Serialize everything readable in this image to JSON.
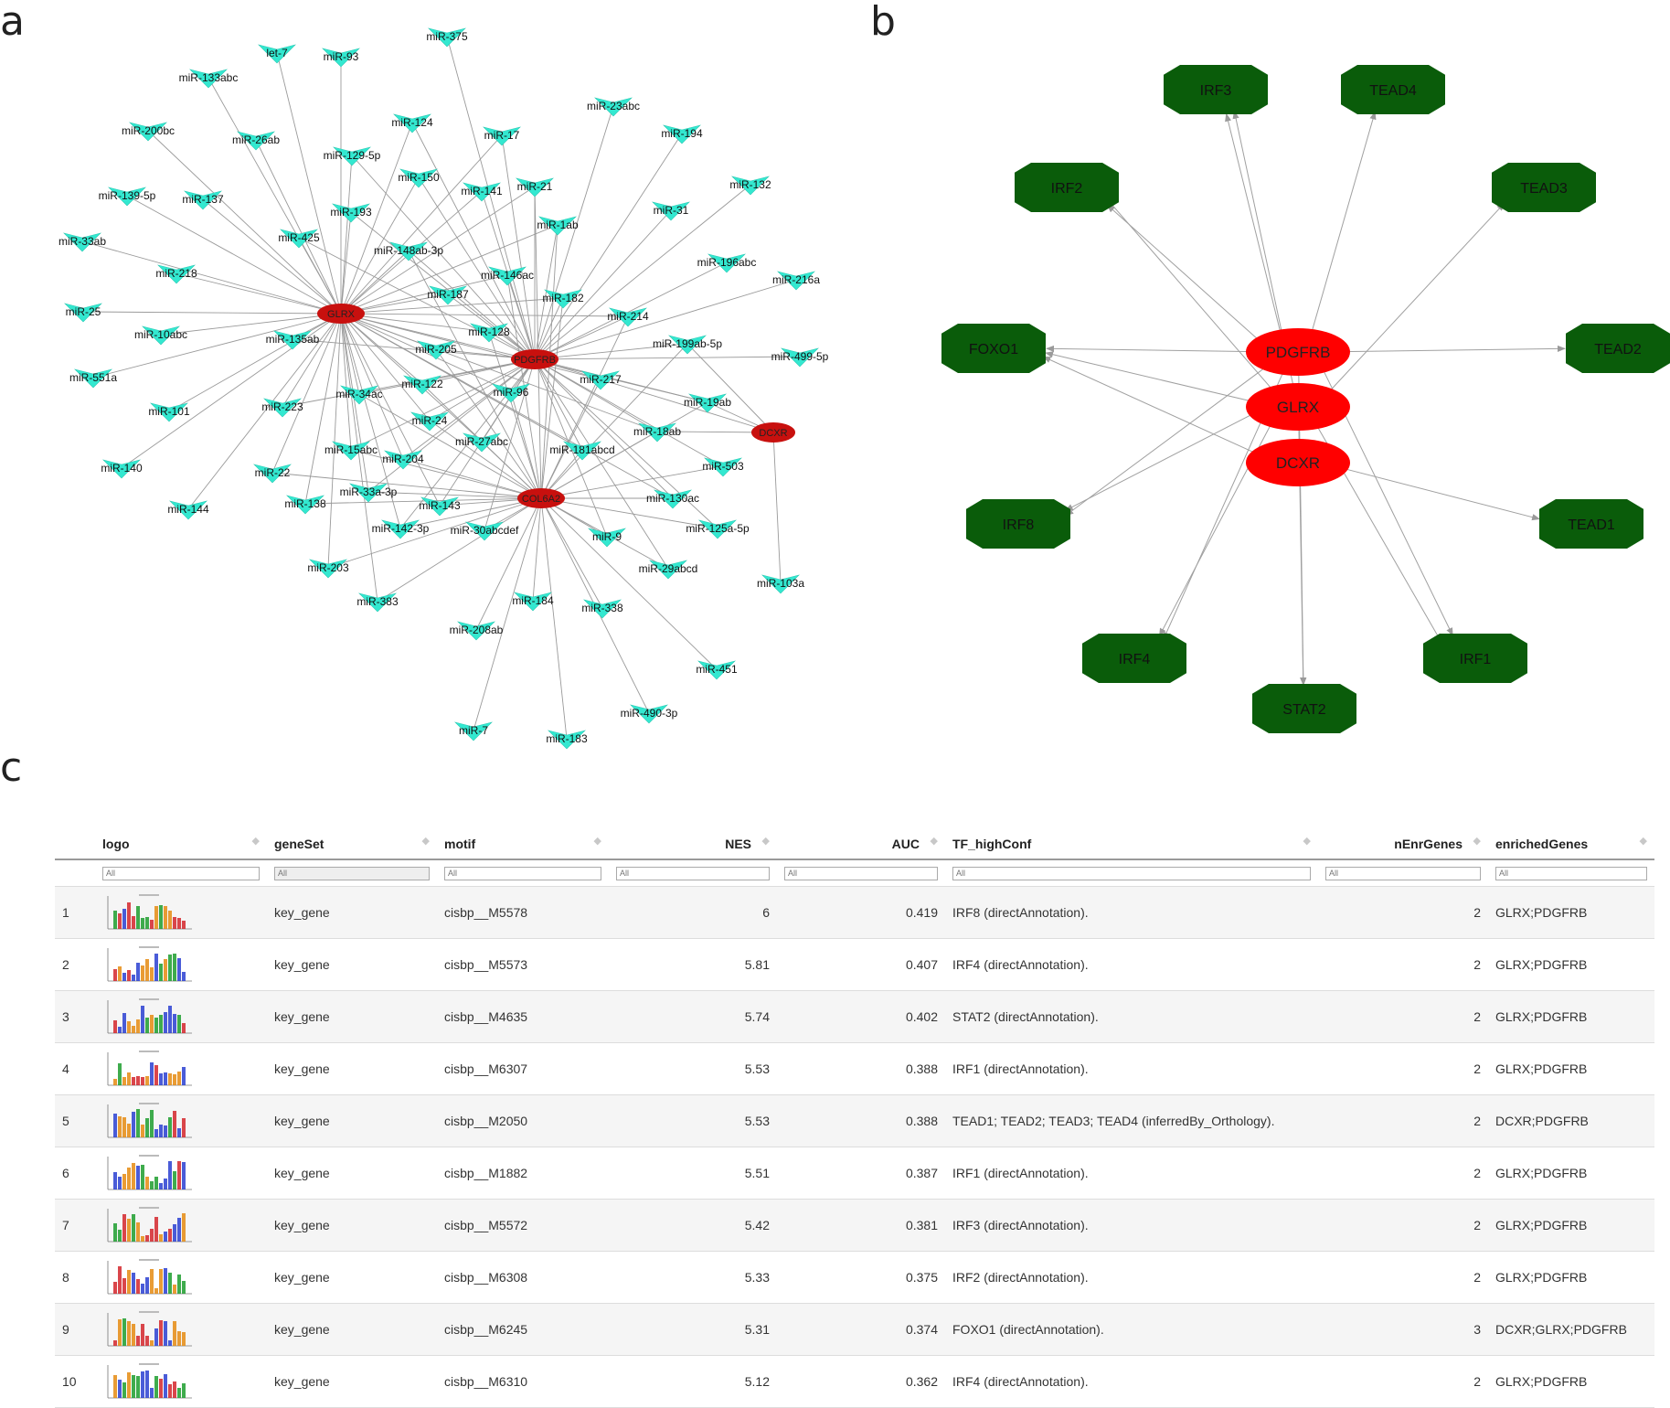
{
  "panels": {
    "a": "a",
    "b": "b",
    "c": "c"
  },
  "network_a": {
    "hubs": [
      "GLRX",
      "PDGFRB",
      "COL6A2",
      "DCXR"
    ],
    "mirnas": [
      "let-7",
      "miR-93",
      "miR-375",
      "miR-133abc",
      "miR-200bc",
      "miR-26ab",
      "miR-124",
      "miR-17",
      "miR-23abc",
      "miR-194",
      "miR-129-5p",
      "miR-150",
      "miR-141",
      "miR-21",
      "miR-132",
      "miR-139-5p",
      "miR-137",
      "miR-193",
      "miR-1ab",
      "miR-31",
      "miR-33ab",
      "miR-425",
      "miR-148ab-3p",
      "miR-196abc",
      "miR-216a",
      "miR-218",
      "miR-146ac",
      "miR-187",
      "miR-182",
      "miR-25",
      "miR-10abc",
      "miR-135ab",
      "miR-128",
      "miR-214",
      "miR-199ab-5p",
      "miR-499-5p",
      "miR-205",
      "miR-551a",
      "miR-122",
      "miR-217",
      "miR-34ac",
      "miR-96",
      "miR-101",
      "miR-223",
      "miR-19ab",
      "miR-24",
      "miR-18ab",
      "miR-27abc",
      "miR-181abcd",
      "miR-140",
      "miR-15abc",
      "miR-204",
      "miR-503",
      "miR-22",
      "miR-33a-3p",
      "miR-138",
      "miR-143",
      "miR-130ac",
      "miR-144",
      "miR-142-3p",
      "miR-30abcdef",
      "miR-125a-5p",
      "miR-9",
      "miR-203",
      "miR-29abcd",
      "miR-103a",
      "miR-184",
      "miR-383",
      "miR-338",
      "miR-208ab",
      "miR-451",
      "miR-490-3p",
      "miR-7",
      "miR-183"
    ],
    "colors": {
      "mirna": "#33e8d0",
      "hub": "#c8100e",
      "edge": "#9a9a9a"
    }
  },
  "network_b": {
    "key_genes": [
      "PDGFRB",
      "GLRX",
      "DCXR"
    ],
    "tfs": [
      "IRF3",
      "TEAD4",
      "IRF2",
      "TEAD3",
      "FOXO1",
      "TEAD2",
      "IRF8",
      "TEAD1",
      "IRF4",
      "IRF1",
      "STAT2"
    ],
    "colors": {
      "key": "#ff0000",
      "tf": "#0a5c0a",
      "edge": "#a0a0a0"
    }
  },
  "table": {
    "columns": [
      {
        "key": "idx",
        "label": ""
      },
      {
        "key": "logo",
        "label": "logo"
      },
      {
        "key": "geneSet",
        "label": "geneSet"
      },
      {
        "key": "motif",
        "label": "motif"
      },
      {
        "key": "NES",
        "label": "NES"
      },
      {
        "key": "AUC",
        "label": "AUC"
      },
      {
        "key": "TF_highConf",
        "label": "TF_highConf"
      },
      {
        "key": "nEnrGenes",
        "label": "nEnrGenes"
      },
      {
        "key": "enrichedGenes",
        "label": "enrichedGenes"
      }
    ],
    "filter_placeholder": "All",
    "rows": [
      {
        "idx": "1",
        "geneSet": "key_gene",
        "motif": "cisbp__M5578",
        "NES": "6",
        "AUC": "0.419",
        "TF_highConf": "IRF8 (directAnnotation).",
        "nEnrGenes": "2",
        "enrichedGenes": "GLRX;PDGFRB"
      },
      {
        "idx": "2",
        "geneSet": "key_gene",
        "motif": "cisbp__M5573",
        "NES": "5.81",
        "AUC": "0.407",
        "TF_highConf": "IRF4 (directAnnotation).",
        "nEnrGenes": "2",
        "enrichedGenes": "GLRX;PDGFRB"
      },
      {
        "idx": "3",
        "geneSet": "key_gene",
        "motif": "cisbp__M4635",
        "NES": "5.74",
        "AUC": "0.402",
        "TF_highConf": "STAT2 (directAnnotation).",
        "nEnrGenes": "2",
        "enrichedGenes": "GLRX;PDGFRB"
      },
      {
        "idx": "4",
        "geneSet": "key_gene",
        "motif": "cisbp__M6307",
        "NES": "5.53",
        "AUC": "0.388",
        "TF_highConf": "IRF1 (directAnnotation).",
        "nEnrGenes": "2",
        "enrichedGenes": "GLRX;PDGFRB"
      },
      {
        "idx": "5",
        "geneSet": "key_gene",
        "motif": "cisbp__M2050",
        "NES": "5.53",
        "AUC": "0.388",
        "TF_highConf": "TEAD1; TEAD2; TEAD3; TEAD4 (inferredBy_Orthology).",
        "nEnrGenes": "2",
        "enrichedGenes": "DCXR;PDGFRB"
      },
      {
        "idx": "6",
        "geneSet": "key_gene",
        "motif": "cisbp__M1882",
        "NES": "5.51",
        "AUC": "0.387",
        "TF_highConf": "IRF1 (directAnnotation).",
        "nEnrGenes": "2",
        "enrichedGenes": "GLRX;PDGFRB"
      },
      {
        "idx": "7",
        "geneSet": "key_gene",
        "motif": "cisbp__M5572",
        "NES": "5.42",
        "AUC": "0.381",
        "TF_highConf": "IRF3 (directAnnotation).",
        "nEnrGenes": "2",
        "enrichedGenes": "GLRX;PDGFRB"
      },
      {
        "idx": "8",
        "geneSet": "key_gene",
        "motif": "cisbp__M6308",
        "NES": "5.33",
        "AUC": "0.375",
        "TF_highConf": "IRF2 (directAnnotation).",
        "nEnrGenes": "2",
        "enrichedGenes": "GLRX;PDGFRB"
      },
      {
        "idx": "9",
        "geneSet": "key_gene",
        "motif": "cisbp__M6245",
        "NES": "5.31",
        "AUC": "0.374",
        "TF_highConf": "FOXO1 (directAnnotation).",
        "nEnrGenes": "3",
        "enrichedGenes": "DCXR;GLRX;PDGFRB"
      },
      {
        "idx": "10",
        "geneSet": "key_gene",
        "motif": "cisbp__M6310",
        "NES": "5.12",
        "AUC": "0.362",
        "TF_highConf": "IRF4 (directAnnotation).",
        "nEnrGenes": "2",
        "enrichedGenes": "GLRX;PDGFRB"
      }
    ]
  }
}
